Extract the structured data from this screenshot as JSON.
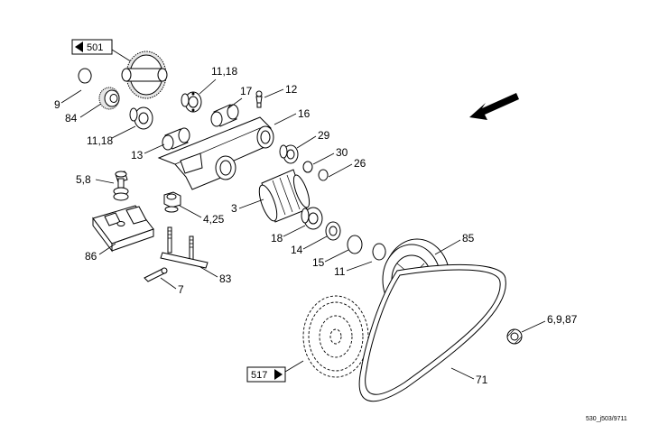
{
  "refs": {
    "ref_top": "501",
    "ref_bottom": "517"
  },
  "labels": {
    "l9": "9",
    "l84": "84",
    "l1118a": "11,18",
    "l1118b": "11,18",
    "l17": "17",
    "l12": "12",
    "l16": "16",
    "l13": "13",
    "l29": "29",
    "l30": "30",
    "l26": "26",
    "l58": "5,8",
    "l425": "4,25",
    "l3": "3",
    "l18": "18",
    "l14": "14",
    "l15": "15",
    "l11": "11",
    "l85": "85",
    "l86": "86",
    "l83": "83",
    "l7": "7",
    "l6987": "6,9,87",
    "l71": "71"
  },
  "footer": "530_j503/9711",
  "icons": {
    "direction": "arrow-icon",
    "ref_left": "triangle-left-icon",
    "ref_right": "triangle-right-icon"
  }
}
